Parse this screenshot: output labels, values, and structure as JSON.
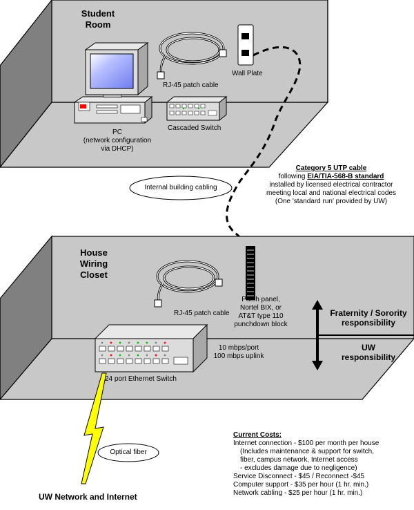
{
  "student_room": {
    "title_line1": "Student",
    "title_line2": "Room",
    "pc_label_line1": "PC",
    "pc_label_line2": "(network configuration",
    "pc_label_line3": "via DHCP)",
    "patch_cable_label": "RJ-45 patch cable",
    "wall_plate_label": "Wall Plate",
    "cascaded_switch_label": "Cascaded Switch"
  },
  "cabling": {
    "line1": "Category 5 UTP cable",
    "line2_prefix": "following ",
    "line2_standard": "EIA/TIA-568-B standard",
    "line3": "installed by licensed electrical contractor",
    "line4": "meeting local and national electrical codes",
    "line5": "(One 'standard run' provided by UW)",
    "internal_oval": "Internal building cabling"
  },
  "closet": {
    "title_line1": "House",
    "title_line2": "Wiring",
    "title_line3": "Closet",
    "patch_cable_label": "RJ-45 patch cable",
    "patch_panel_line1": "Patch panel,",
    "patch_panel_line2": "Nortel BIX, or",
    "patch_panel_line3": "AT&T type 110",
    "patch_panel_line4": "punchdown block",
    "speed_line1": "10 mbps/port",
    "speed_line2": "100 mbps uplink",
    "switch_label": "24 port Ethernet Switch"
  },
  "responsibility": {
    "upper_line1": "Fraternity / Sorority",
    "upper_line2": "responsibility",
    "lower_line1": "UW",
    "lower_line2": "responsibility"
  },
  "network": {
    "fiber_oval": "Optical fiber",
    "uw_label": "UW Network and Internet"
  },
  "costs": {
    "heading": "Current Costs:",
    "lines": [
      "Internet connection - $100 per month per house",
      "(Includes maintenance & support for switch,",
      "fiber,  campus network, Internet access",
      " - excludes damage due to negligence)",
      "Service Disconnect - $45 / Reconnect -$45",
      "Computer support - $35 per hour (1 hr. min.)",
      "Network cabling - $25 per hour (1 hr. min.)"
    ]
  },
  "colors": {
    "wall": "#c0c0c0",
    "wall_dark": "#808080",
    "device_face": "#dcdcdc",
    "screen": "#9aa6ff",
    "lightning": "#ffff00",
    "led_red": "#ff0000",
    "led_green": "#00c000"
  }
}
